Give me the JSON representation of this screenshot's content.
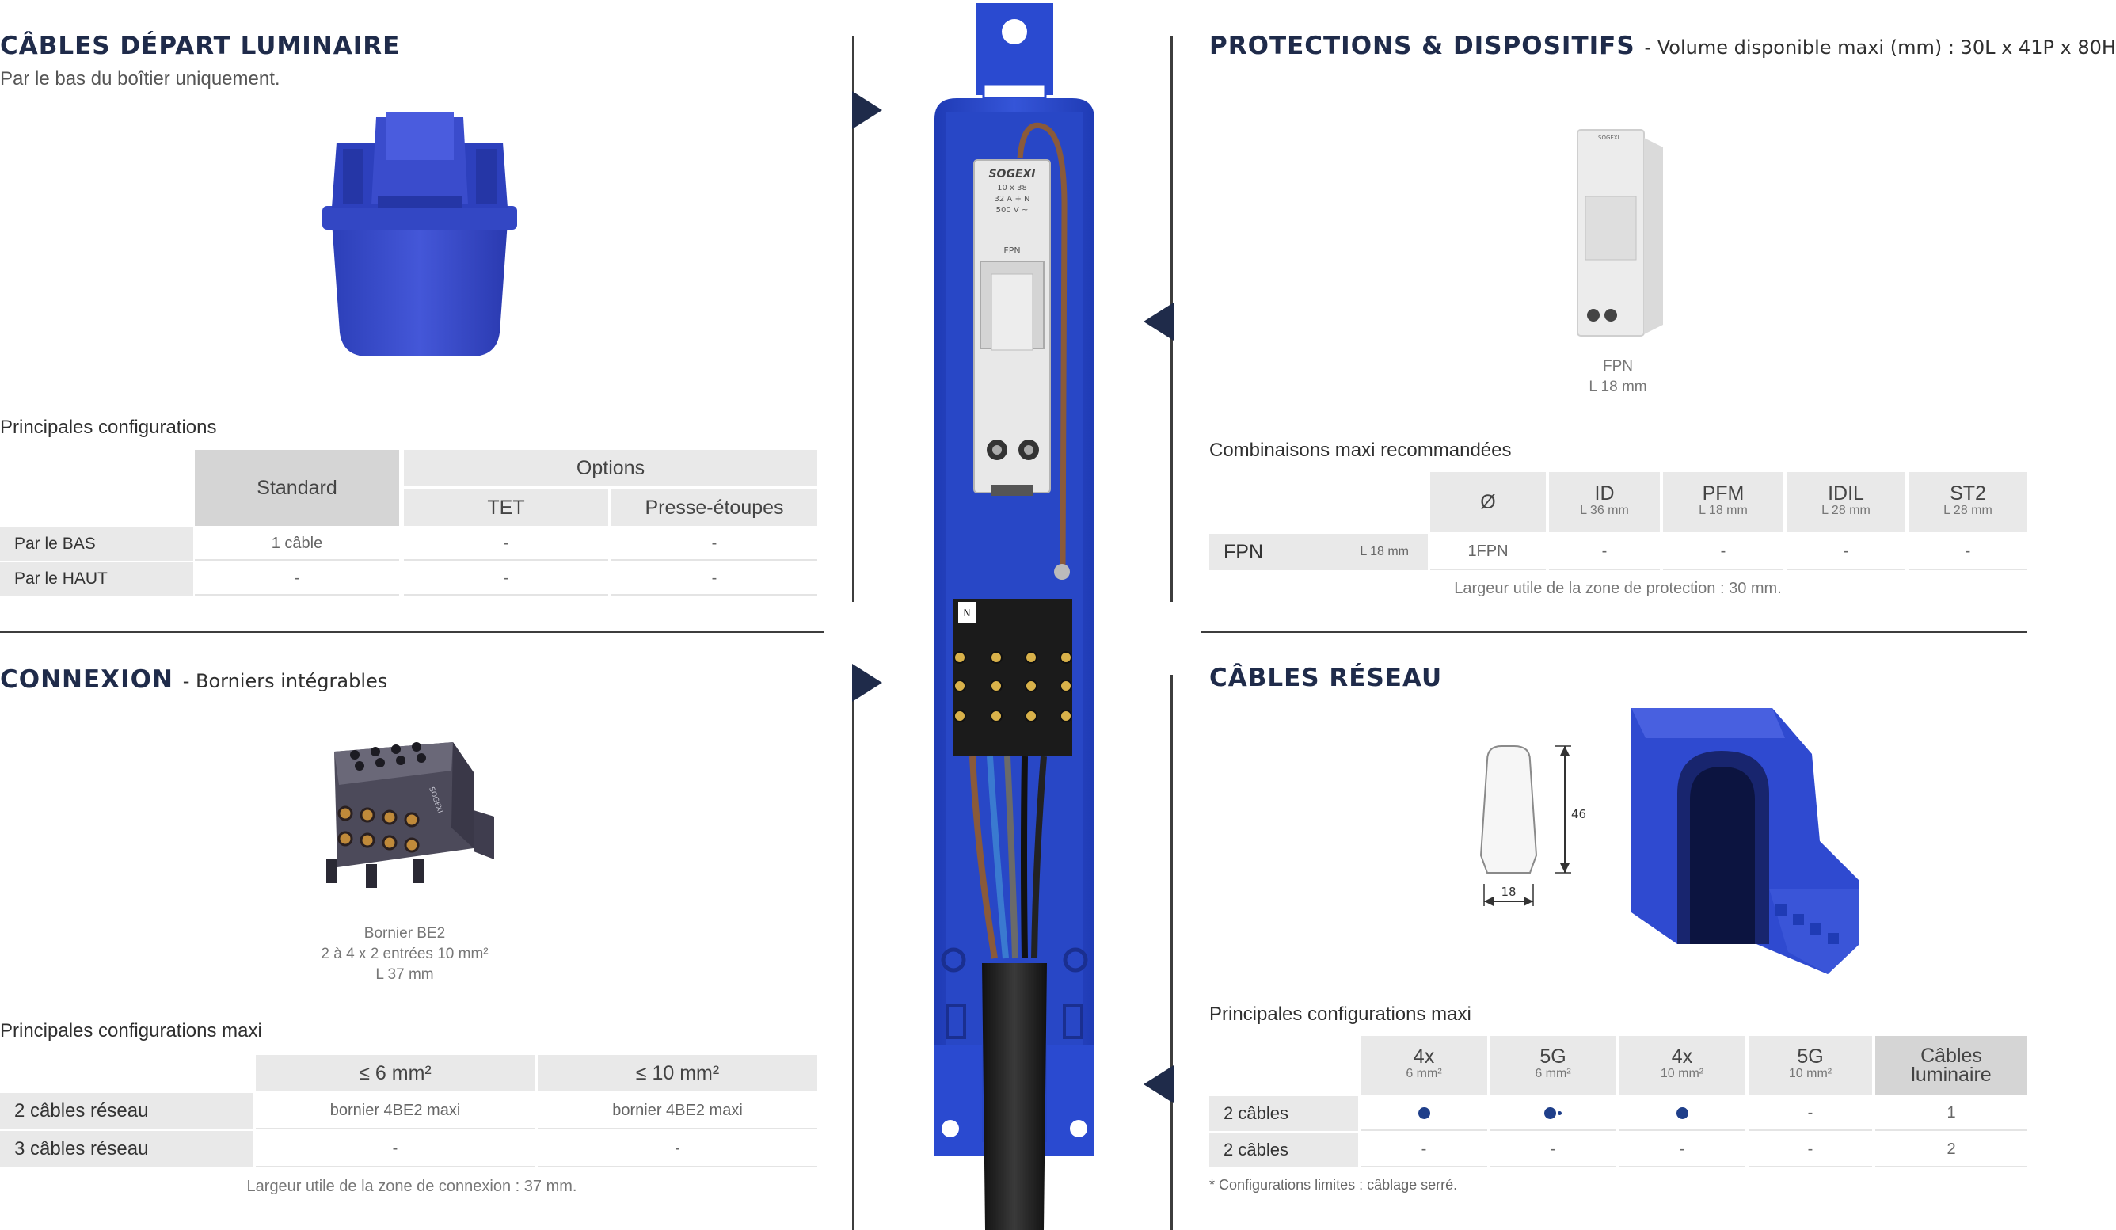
{
  "luminaire": {
    "title": "CÂBLES DÉPART LUMINAIRE",
    "subtitle": "Par le bas du boîtier uniquement.",
    "config_title": "Principales configurations",
    "table": {
      "standard": "Standard",
      "options": "Options",
      "tet": "TET",
      "presse": "Presse-étoupes",
      "rows": [
        {
          "label": "Par le BAS",
          "standard": "1 câble",
          "tet": "-",
          "presse": "-"
        },
        {
          "label": "Par le HAUT",
          "standard": "-",
          "tet": "-",
          "presse": "-"
        }
      ]
    }
  },
  "connexion": {
    "title": "CONNEXION",
    "subtitle": "- Borniers intégrables",
    "caption": [
      "Bornier BE2",
      "2 à 4 x 2 entrées 10 mm²",
      "L 37 mm"
    ],
    "config_title": "Principales configurations maxi",
    "table": {
      "col1": "≤ 6 mm²",
      "col2": "≤ 10 mm²",
      "rows": [
        {
          "label": "2 câbles réseau",
          "c1": "bornier 4BE2 maxi",
          "c2": "bornier 4BE2 maxi"
        },
        {
          "label": "3 câbles réseau",
          "c1": "-",
          "c2": "-"
        }
      ]
    },
    "note": "Largeur utile de la zone de connexion : 37 mm."
  },
  "protections": {
    "title": "PROTECTIONS & DISPOSITIFS",
    "subtitle": "- Volume disponible maxi (mm) : 30L x 41P x 80H",
    "caption": [
      "FPN",
      "L 18 mm"
    ],
    "config_title": "Combinaisons maxi recommandées",
    "table": {
      "cols": [
        {
          "name": "Ø",
          "dim": ""
        },
        {
          "name": "ID",
          "dim": "L 36 mm"
        },
        {
          "name": "PFM",
          "dim": "L 18 mm"
        },
        {
          "name": "IDIL",
          "dim": "L 28 mm"
        },
        {
          "name": "ST2",
          "dim": "L 28 mm"
        }
      ],
      "row": {
        "label": "FPN",
        "dim": "L 18 mm",
        "values": [
          "1FPN",
          "-",
          "-",
          "-",
          "-"
        ]
      }
    },
    "note": "Largeur utile de la zone de protection : 30 mm."
  },
  "reseau": {
    "title": "CÂBLES RÉSEAU",
    "dim_height": "46",
    "dim_width": "18",
    "config_title": "Principales configurations maxi",
    "table": {
      "cols": [
        {
          "name": "4x",
          "dim": "6 mm²"
        },
        {
          "name": "5G",
          "dim": "6 mm²"
        },
        {
          "name": "4x",
          "dim": "10 mm²"
        },
        {
          "name": "5G",
          "dim": "10 mm²"
        }
      ],
      "last_col": [
        "Câbles",
        "luminaire"
      ],
      "rows": [
        {
          "label": "2 câbles",
          "values": [
            "dot",
            "dot*",
            "dot",
            "-"
          ],
          "luminaire": "1"
        },
        {
          "label": "2 câbles",
          "values": [
            "-",
            "-",
            "-",
            "-"
          ],
          "luminaire": "2"
        }
      ]
    },
    "note": "* Configurations limites : câblage serré."
  },
  "product": {
    "brand": "SOGEXI",
    "spec1": "10 x 38",
    "spec2": "32 A + N",
    "spec3": "500 V ~",
    "model": "FPN",
    "neutral": "N",
    "bornier_brand": "SOGEXI"
  },
  "colors": {
    "navy": "#1f2b4a",
    "box_blue": "#2f4fc8",
    "dot_blue": "#1f3f8a"
  }
}
